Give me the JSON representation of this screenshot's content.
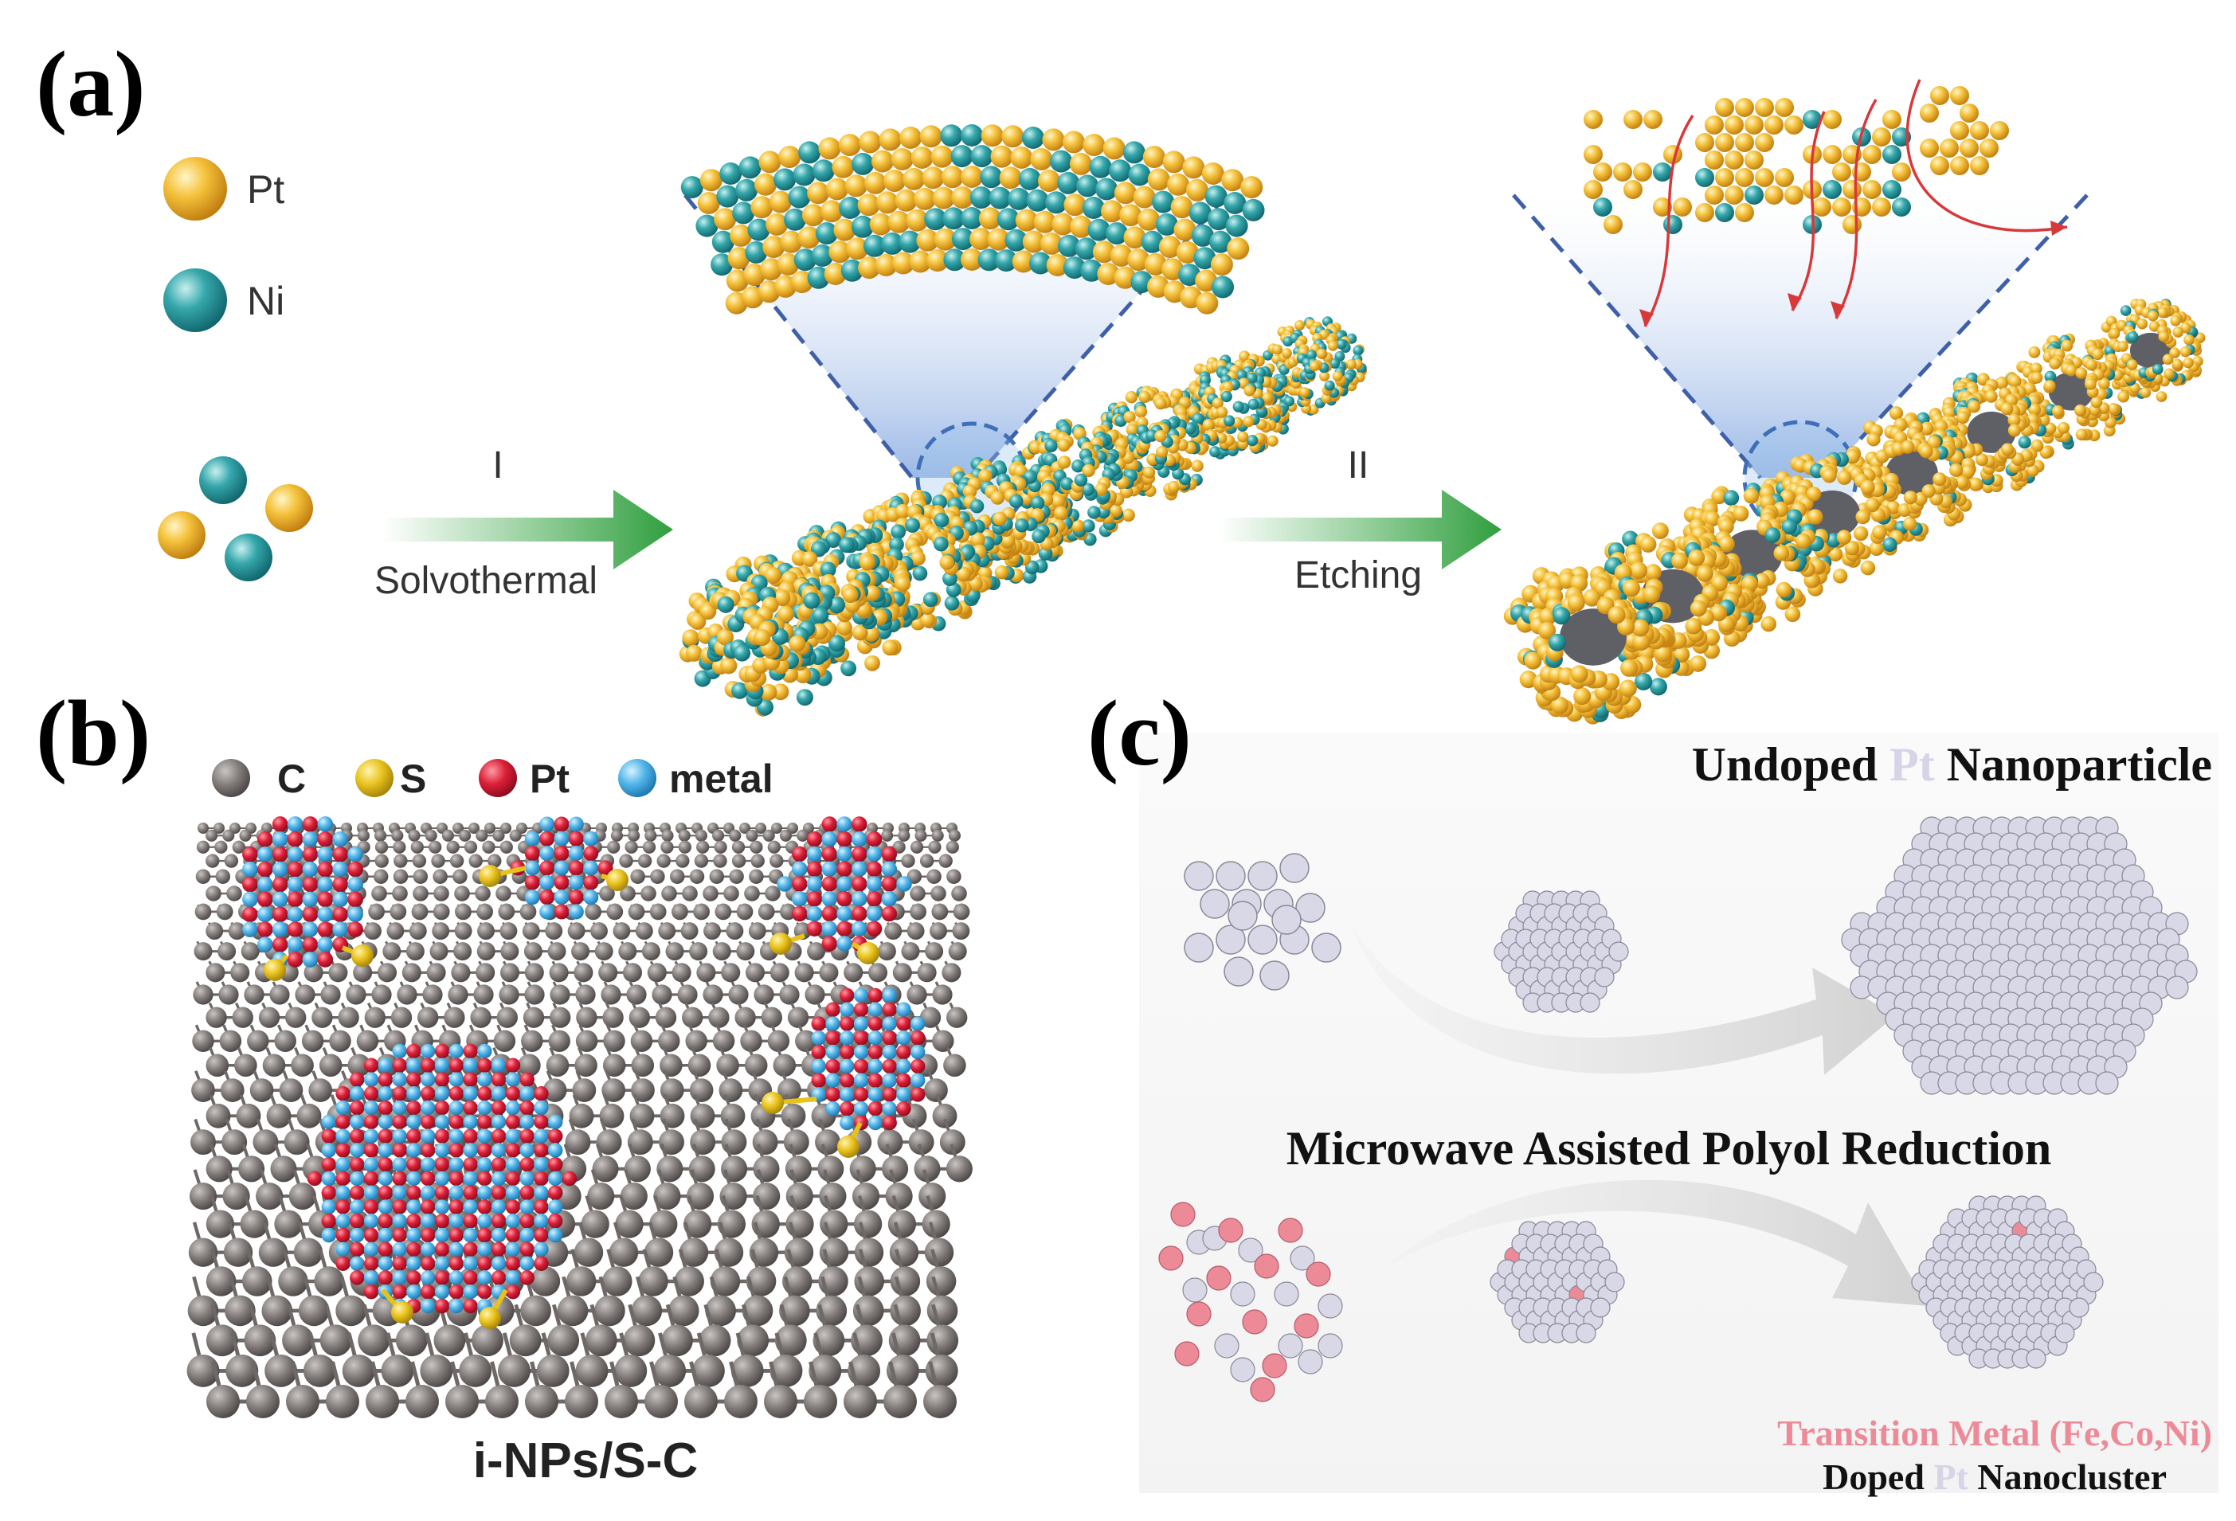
{
  "panels": {
    "a": {
      "label": "(a)",
      "legend": [
        {
          "text": "Pt",
          "color": "#f2b630"
        },
        {
          "text": "Ni",
          "color": "#2f9ea4"
        }
      ],
      "step1": {
        "roman": "I",
        "text": "Solvothermal"
      },
      "step2": {
        "roman": "II",
        "text": "Etching"
      }
    },
    "b": {
      "label": "(b)",
      "legend": [
        {
          "text": "C",
          "color": "#7d7775"
        },
        {
          "text": "S",
          "color": "#e8c21c"
        },
        {
          "text": "Pt",
          "color": "#d8203a"
        },
        {
          "text": "metal",
          "color": "#4fb4e6"
        }
      ],
      "caption": "i-NPs/S-C"
    },
    "c": {
      "label": "(c)",
      "top_title": {
        "pre": "Undoped ",
        "hl": "Pt",
        "post": " Nanoparticle"
      },
      "middle": "Microwave Assisted Polyol Reduction",
      "bottom_line1": "Transition Metal (Fe,Co,Ni)",
      "bottom_line2": {
        "pre": "Doped ",
        "hl": "Pt",
        "post": " Nanocluster"
      }
    }
  },
  "colors": {
    "pt_yellow": "#f2b630",
    "ni_teal": "#2f9ea4",
    "carbon_gray": "#7d7775",
    "sulfur_yellow": "#e8c21c",
    "pt_red": "#d8203a",
    "metal_blue": "#4fb4e6",
    "cluster_lilac": "#d9d8e6",
    "dopant_pink": "#ec8a98",
    "arrow_green": "#3aa845",
    "etch_red": "#d8383a"
  }
}
